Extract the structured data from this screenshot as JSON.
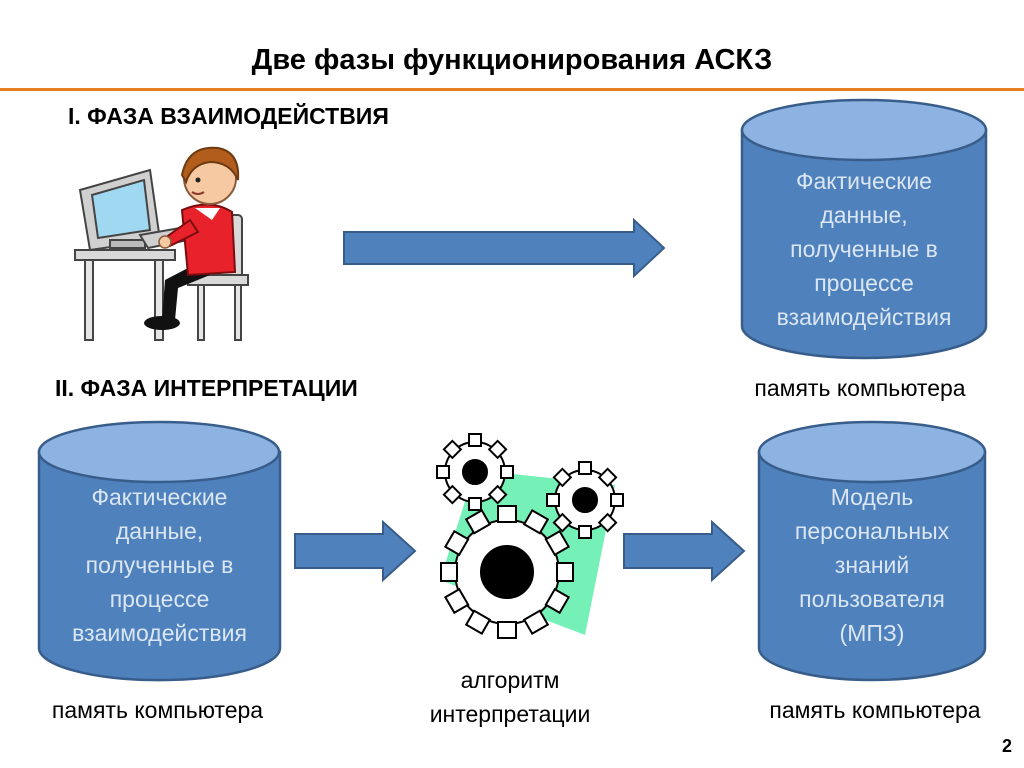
{
  "slide": {
    "title": "Две фазы функционирования АСКЗ",
    "page_number": "2"
  },
  "phase1": {
    "label": "I. ФАЗА ВЗАИМОДЕЙСТВИЯ",
    "storage": {
      "lines": [
        "Фактические",
        "данные,",
        "полученные в",
        "процессе",
        "взаимодействия"
      ],
      "caption": "память компьютера"
    }
  },
  "phase2": {
    "label": "II. ФАЗА ИНТЕРПРЕТАЦИИ",
    "input_storage": {
      "lines": [
        "Фактические",
        "данные,",
        "полученные в",
        "процессе",
        "взаимодействия"
      ],
      "caption": "память компьютера"
    },
    "algorithm": {
      "caption_lines": [
        "алгоритм",
        "интерпретации"
      ]
    },
    "output_storage": {
      "lines": [
        "Модель",
        "персональных",
        "знаний",
        "пользователя",
        "(МПЗ)"
      ],
      "caption": "память компьютера"
    }
  },
  "colors": {
    "accent_rule": "#e67e22",
    "cylinder_fill": "#4f81bd",
    "cylinder_top": "#8db3e2",
    "cylinder_border": "#385d8a",
    "arrow_fill": "#4f81bd",
    "gear_accent": "#66f0b0"
  }
}
